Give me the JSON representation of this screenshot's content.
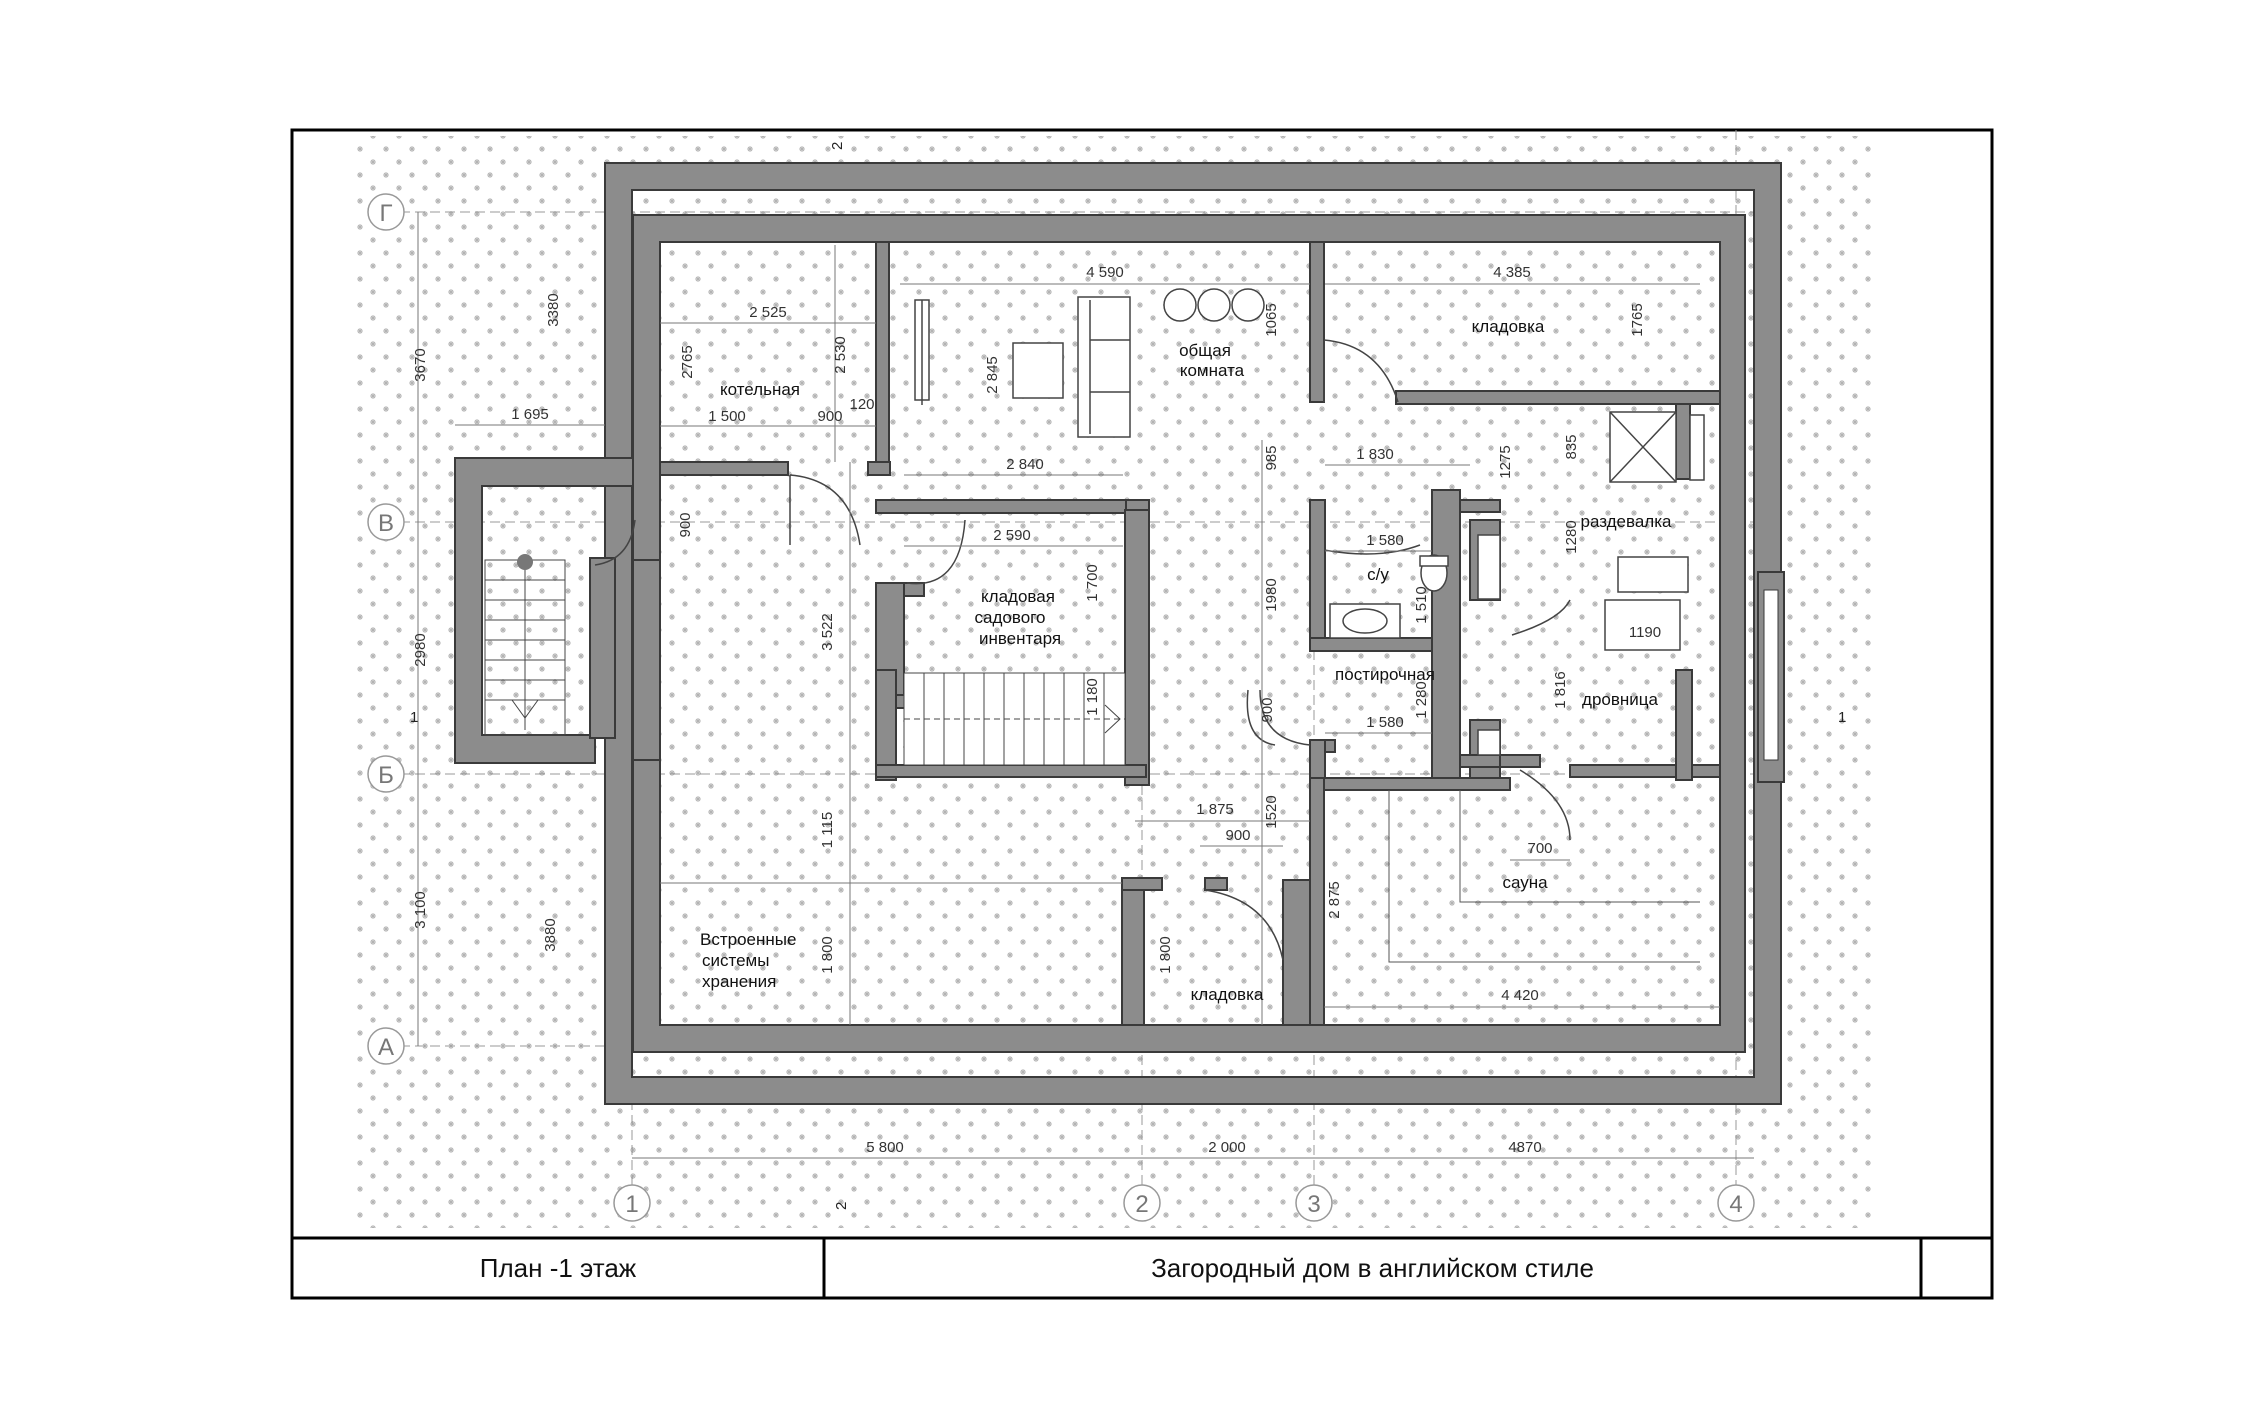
{
  "rooms": {
    "boiler": "котельная",
    "common_line1": "общая",
    "common_line2": "комната",
    "pantry_top": "кладовка",
    "changing": "раздевалка",
    "garden_line1": "кладовая",
    "garden_line2": "садового",
    "garden_line3": "инвентаря",
    "wc": "с/у",
    "laundry": "постирочная",
    "woodshed": "дровница",
    "sauna": "сауна",
    "storage_line1": "Встроенные",
    "storage_line2": "системы",
    "storage_line3": "хранения",
    "pantry_bottom": "кладовка"
  },
  "dimensions": {
    "d4590": "4 590",
    "d4385": "4 385",
    "d2525": "2 525",
    "d2530": "2 530",
    "d2765": "2765",
    "d2845": "2 845",
    "d1065": "1065",
    "d1765": "1765",
    "d120": "120",
    "d1500": "1 500",
    "d900a": "900",
    "d1695": "1 695",
    "d2840": "2 840",
    "d1830": "1 830",
    "d985": "985",
    "d1275": "1275",
    "d835": "835",
    "d900b": "900",
    "d2590": "2 590",
    "d1580a": "1 580",
    "d1280a": "1280",
    "d1700": "1 700",
    "d3522": "3 522",
    "d1980": "1980",
    "d1510": "1 510",
    "d1190": "1190",
    "d1180": "1 180",
    "d1816": "1 816",
    "d900c": "900",
    "d1280b": "1 280",
    "d1580b": "1 580",
    "d1875": "1 875",
    "d900d": "900",
    "d1520": "1520",
    "d700": "700",
    "d1115": "1 115",
    "d2875": "2 875",
    "d1800a": "1 800",
    "d1800b": "1 800",
    "d4420": "4 420",
    "d3380": "3380",
    "d3670": "3670",
    "d2980": "2980",
    "d3100": "3 100",
    "d3880": "3880",
    "d5800": "5 800",
    "d2000": "2 000",
    "d4870": "4870"
  },
  "axes": {
    "rows": [
      "Г",
      "В",
      "Б",
      "А"
    ],
    "cols": [
      "1",
      "2",
      "3",
      "4"
    ]
  },
  "markers": {
    "section_top": "2",
    "section_bottom": "2",
    "section_left": "1",
    "section_right": "1"
  },
  "title_block": {
    "sheet_name": "План -1 этаж",
    "project_name": "Загородный дом в английском стиле"
  },
  "colors": {
    "wall_fill": "#8c8c8c",
    "wall_stroke": "#3a3a3a",
    "grass_dot": "#b0b0b0",
    "frame": "#000000"
  }
}
